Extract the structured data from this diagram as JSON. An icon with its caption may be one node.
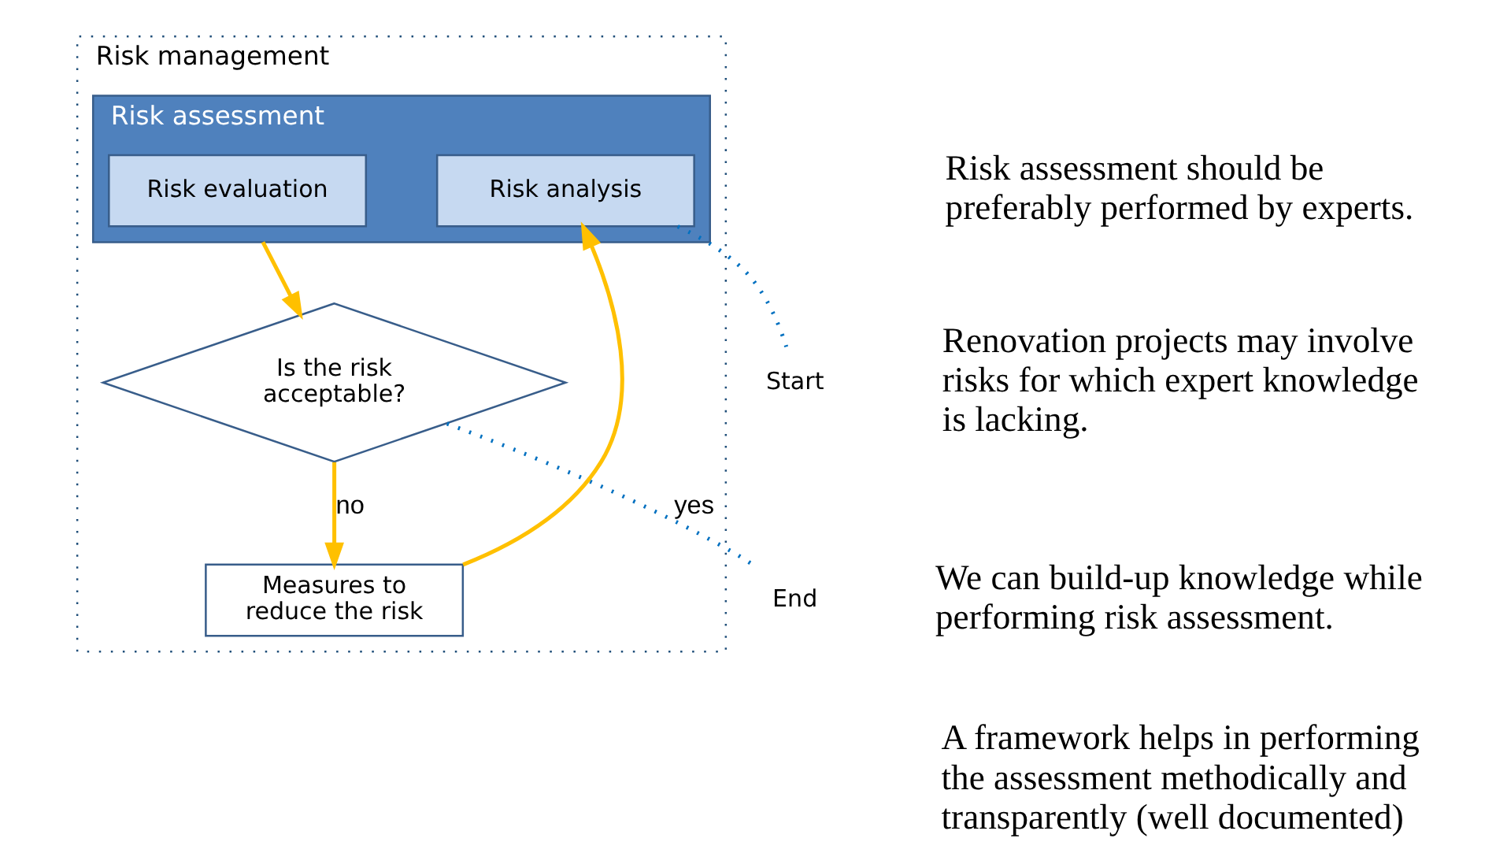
{
  "diagram": {
    "nodes": [
      {
        "text": [
          "Risk management"
        ]
      },
      {
        "text": [
          "Risk assessment"
        ],
        "in": 0
      },
      {
        "text": [
          "Risk analysis"
        ],
        "in": 1
      },
      {
        "text": [
          "Risk evaluation"
        ],
        "in": 1
      },
      {
        "text": [
          "Is the risk acceptable?"
        ],
        "in": 0
      },
      {
        "text": [
          "Measures to reduce the risk"
        ],
        "in": 0
      },
      {
        "text": [
          "Start"
        ]
      },
      {
        "text": [
          "End"
        ]
      }
    ],
    "edges": [
      {
        "from": 1,
        "to": 4,
        "arrow": "to"
      },
      {
        "from": 4,
        "to": 5,
        "arrow": "to",
        "label": "no"
      },
      {
        "from": 5,
        "to": 2,
        "arrow": "to"
      },
      {
        "from": 2,
        "to": 6,
        "arrow": "none",
        "style": "dashed",
        "color": "#0070c0"
      },
      {
        "from": 4,
        "to": 7,
        "arrow": "none",
        "label": "yes",
        "style": "dashed",
        "color": "#0070c0"
      }
    ],
    "labels": [
      "Risk assessment should be preferably performed by experts.",
      "Renovation projects may involve risks for which expert knowledge is lacking.",
      "We can build-up knowledge while performing risk assessment.",
      "A framework helps in performing the assessment methodically and transparently (well documented)"
    ]
  }
}
